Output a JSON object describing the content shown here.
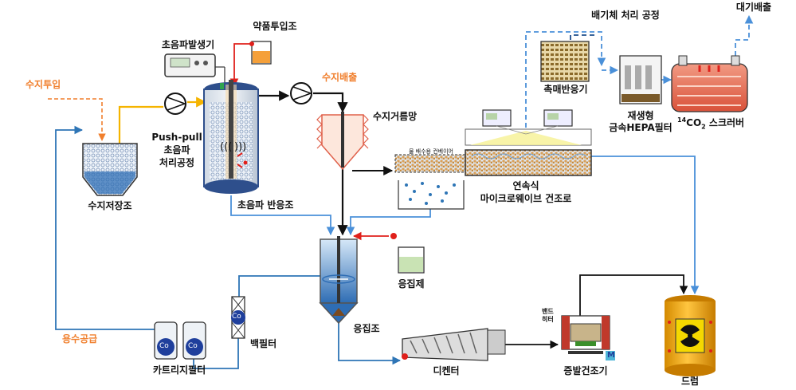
{
  "labels": {
    "resin_input": "수지투입",
    "resin_tank": "수지저장조",
    "ultrasonic_generator": "초음파발생기",
    "chemical_dosing": "약품투입조",
    "push_pull_line1": "Push-pull",
    "push_pull_line2": "초음파",
    "push_pull_line3": "처리공정",
    "ultrasonic_reactor": "초음파 반응조",
    "resin_discharge": "수지배출",
    "resin_sieve": "수지거름망",
    "offgas_process": "배기체 처리 공정",
    "atmospheric_release": "대기배출",
    "catalytic_reactor": "촉매반응기",
    "hepa_line1": "재생형",
    "hepa_line2": "금속HEPA필터",
    "co2_scrubber_sup": "14",
    "co2_scrubber_co": "CO",
    "co2_scrubber_sub": "2",
    "co2_scrubber_rest": " 스크러버",
    "conveyor_label": "물 배수용 컨베이어",
    "microwave_line1": "연속식",
    "microwave_line2": "마이크로웨이브 건조로",
    "coagulant": "응집제",
    "coagulation_tank": "응집조",
    "water_supply": "용수공급",
    "bag_filter": "백필터",
    "cartridge_filter": "카트리지필터",
    "decanter": "디켄터",
    "band_heater_line1": "밴드",
    "band_heater_line2": "히터",
    "evaporator": "증발건조기",
    "motor": "M",
    "drum": "드럼",
    "cobalt": "Co"
  },
  "colors": {
    "water_line": "#2e75b6",
    "resin_line": "#f5b400",
    "input_arrow": "#f07f2d",
    "dosing_line": "#e0201b",
    "offgas_line": "#4a90d9",
    "accent_text": "#f07f2d",
    "drum_body": "#f5a800",
    "radiation_symbol": "#f5d800",
    "scrubber": "#e8735a",
    "catalyst": "#c8a13a"
  }
}
